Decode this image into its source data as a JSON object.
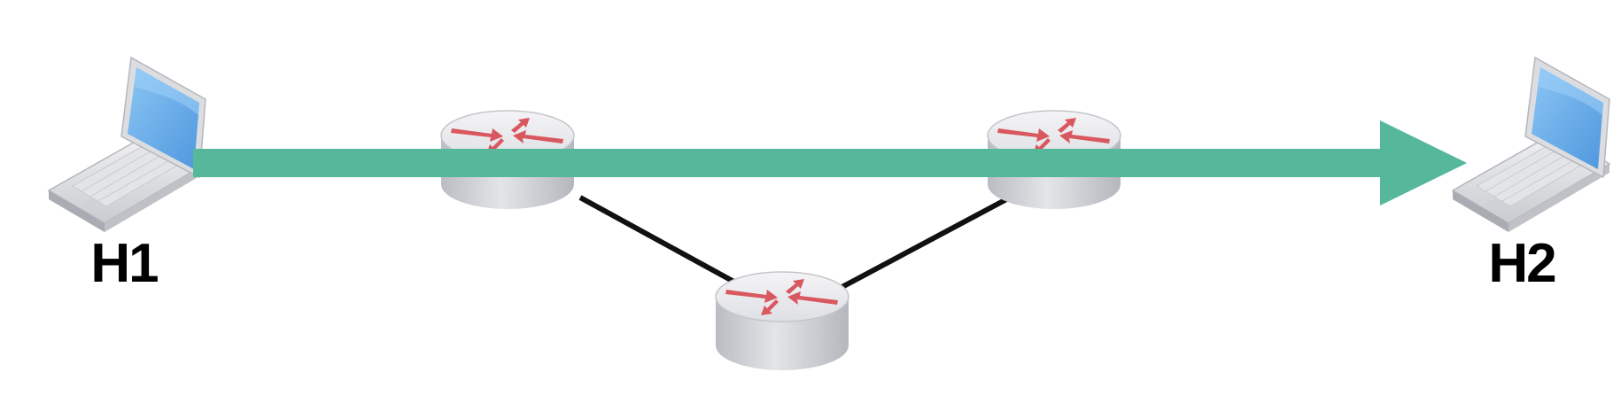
{
  "hosts": [
    {
      "id": "h1",
      "label": "H1"
    },
    {
      "id": "h2",
      "label": "H2"
    }
  ],
  "routers": [
    {
      "id": "router-left"
    },
    {
      "id": "router-bottom"
    },
    {
      "id": "router-right"
    }
  ],
  "links": [
    {
      "from": "router-left",
      "to": "router-bottom"
    },
    {
      "from": "router-bottom",
      "to": "router-right"
    }
  ],
  "flow": {
    "from": "H1",
    "to": "H2"
  },
  "colors": {
    "flow_arrow": "#56b89a",
    "router_arrow": "#d9585f",
    "router_body": "#d0d2d6",
    "link": "#111111",
    "laptop_screen": "#6aaee8"
  },
  "icons": {
    "host": "laptop-icon",
    "router": "router-icon"
  }
}
